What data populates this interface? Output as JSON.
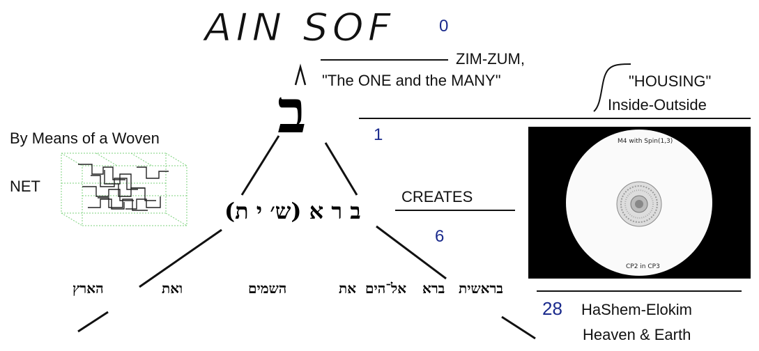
{
  "title": "AIN SOF",
  "numbers": {
    "n0": "0",
    "n1": "1",
    "n6": "6",
    "n28": "28"
  },
  "zimzum": {
    "line1": "ZIM-ZUM,",
    "line2": "\"The ONE and the MANY\""
  },
  "housing": {
    "line1": "\"HOUSING\"",
    "line2": "Inside-Outside"
  },
  "woven": {
    "line1": "By Means of a Woven",
    "line2": "NET"
  },
  "creates": "CREATES",
  "hebrew": {
    "bet": "ב",
    "bara_shit": "ב ר א (ש׳ י ת)",
    "verse": [
      "בראשית",
      "ברא",
      "אל־הים",
      "את",
      "השמים",
      "ואת",
      "הארץ"
    ]
  },
  "panel": {
    "top_caption": "M4 with Spin(1,3)",
    "bottom_caption": "CP2 in CP3"
  },
  "hashem": {
    "line1": "HaShem-Elokim",
    "line2": "Heaven & Earth"
  },
  "colors": {
    "number": "#1a2a8c",
    "net": "#7bd17b",
    "text": "#111111"
  }
}
